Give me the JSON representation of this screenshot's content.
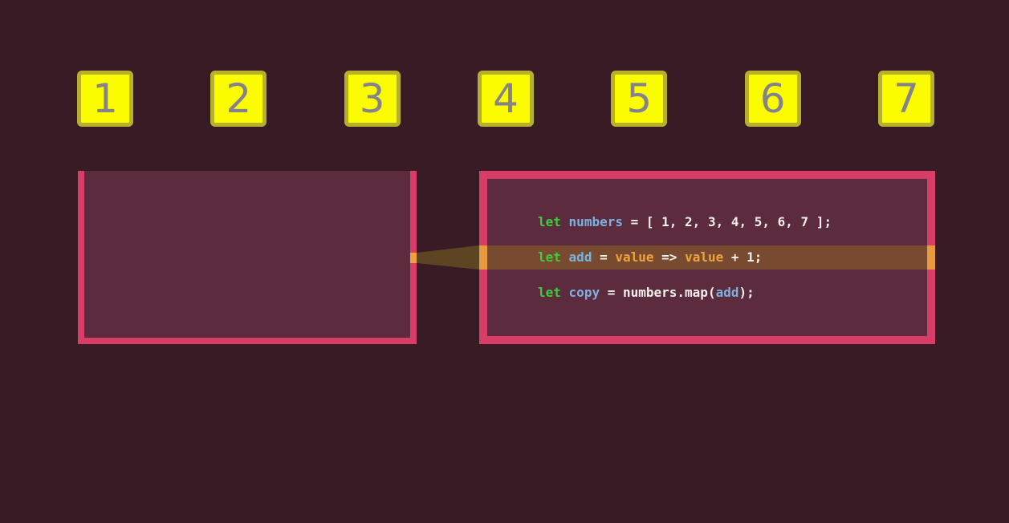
{
  "palette": {
    "bg": "#371c26",
    "panel-bg": "#5c2b3d",
    "pink": "#d73d66",
    "yellow-fill": "#fcfc00",
    "yellow-border": "#b6b02c",
    "number-gray": "#84828c",
    "code-keyword": "#3ecc3e",
    "code-variable": "#7ab1e0",
    "code-param": "#eda33c",
    "code-plain": "#f2f0ec",
    "hl-brown": "#784a2f",
    "hl-orange": "#e69a3d",
    "beam-olive": "#5d4524",
    "beam-tip": "#ef9f3b"
  },
  "number_squares": {
    "values": [
      "1",
      "2",
      "3",
      "4",
      "5",
      "6",
      "7"
    ]
  },
  "array_box": {
    "description": "empty-array-container-open-top"
  },
  "code_panel": {
    "highlighted_line_index": 1,
    "lines": [
      {
        "highlighted": false,
        "tokens": [
          {
            "type": "keyword",
            "text": "let"
          },
          {
            "type": "plain",
            "text": " "
          },
          {
            "type": "variable",
            "text": "numbers"
          },
          {
            "type": "plain",
            "text": " = [ 1, 2, 3, 4, 5, 6, 7 ];"
          }
        ]
      },
      {
        "highlighted": true,
        "tokens": [
          {
            "type": "keyword",
            "text": "let"
          },
          {
            "type": "plain",
            "text": " "
          },
          {
            "type": "variable",
            "text": "add"
          },
          {
            "type": "plain",
            "text": " = "
          },
          {
            "type": "param",
            "text": "value"
          },
          {
            "type": "plain",
            "text": " => "
          },
          {
            "type": "param",
            "text": "value"
          },
          {
            "type": "plain",
            "text": " + 1;"
          }
        ]
      },
      {
        "highlighted": false,
        "tokens": [
          {
            "type": "keyword",
            "text": "let"
          },
          {
            "type": "plain",
            "text": " "
          },
          {
            "type": "variable",
            "text": "copy"
          },
          {
            "type": "plain",
            "text": " = numbers.map("
          },
          {
            "type": "variable",
            "text": "add"
          },
          {
            "type": "plain",
            "text": ");"
          }
        ]
      }
    ]
  }
}
